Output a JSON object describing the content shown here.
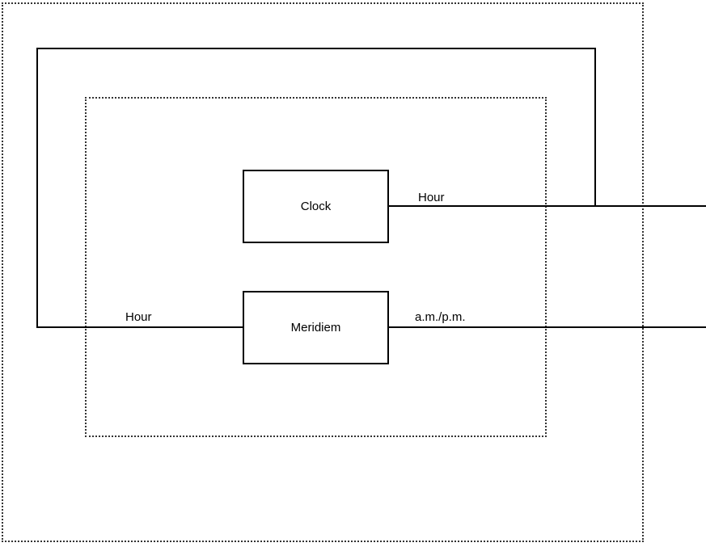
{
  "diagram": {
    "background_color": "#ffffff",
    "line_color": "#000000",
    "boundary_style": "dotted",
    "blocks": {
      "clock": {
        "label": "Clock"
      },
      "meridiem": {
        "label": "Meridiem"
      }
    },
    "signals": {
      "clock_output_label": "Hour",
      "meridiem_input_label": "Hour",
      "meridiem_output_label": "a.m./p.m."
    }
  }
}
